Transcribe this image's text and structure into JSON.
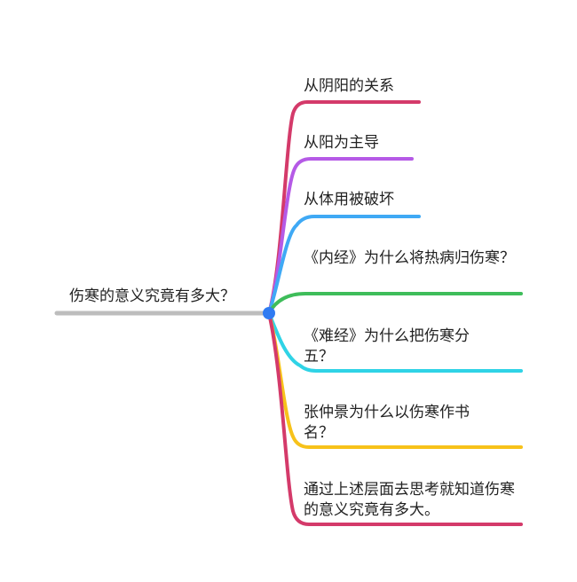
{
  "root": {
    "label": "伤寒的意义究竟有多大？",
    "line_color": "#bdbdbd",
    "node_color": "#2f7bf2"
  },
  "branches": [
    {
      "label": "从阴阳的关系",
      "color": "#d43a6a"
    },
    {
      "label": "从阳为主导",
      "color": "#b55ae6"
    },
    {
      "label": "从体用被破坏",
      "color": "#3fa9f5"
    },
    {
      "label": "《内经》为什么将热病归伤寒？",
      "color": "#3ebd5a"
    },
    {
      "label": "《难经》为什么把伤寒分五？",
      "color": "#2fd3e6"
    },
    {
      "label": "张仲景为什么以伤寒作书名？",
      "color": "#f7c21a"
    },
    {
      "label": "通过上述层面去思考就知道伤寒的意义究竟有多大。",
      "color": "#d43a6a"
    }
  ]
}
